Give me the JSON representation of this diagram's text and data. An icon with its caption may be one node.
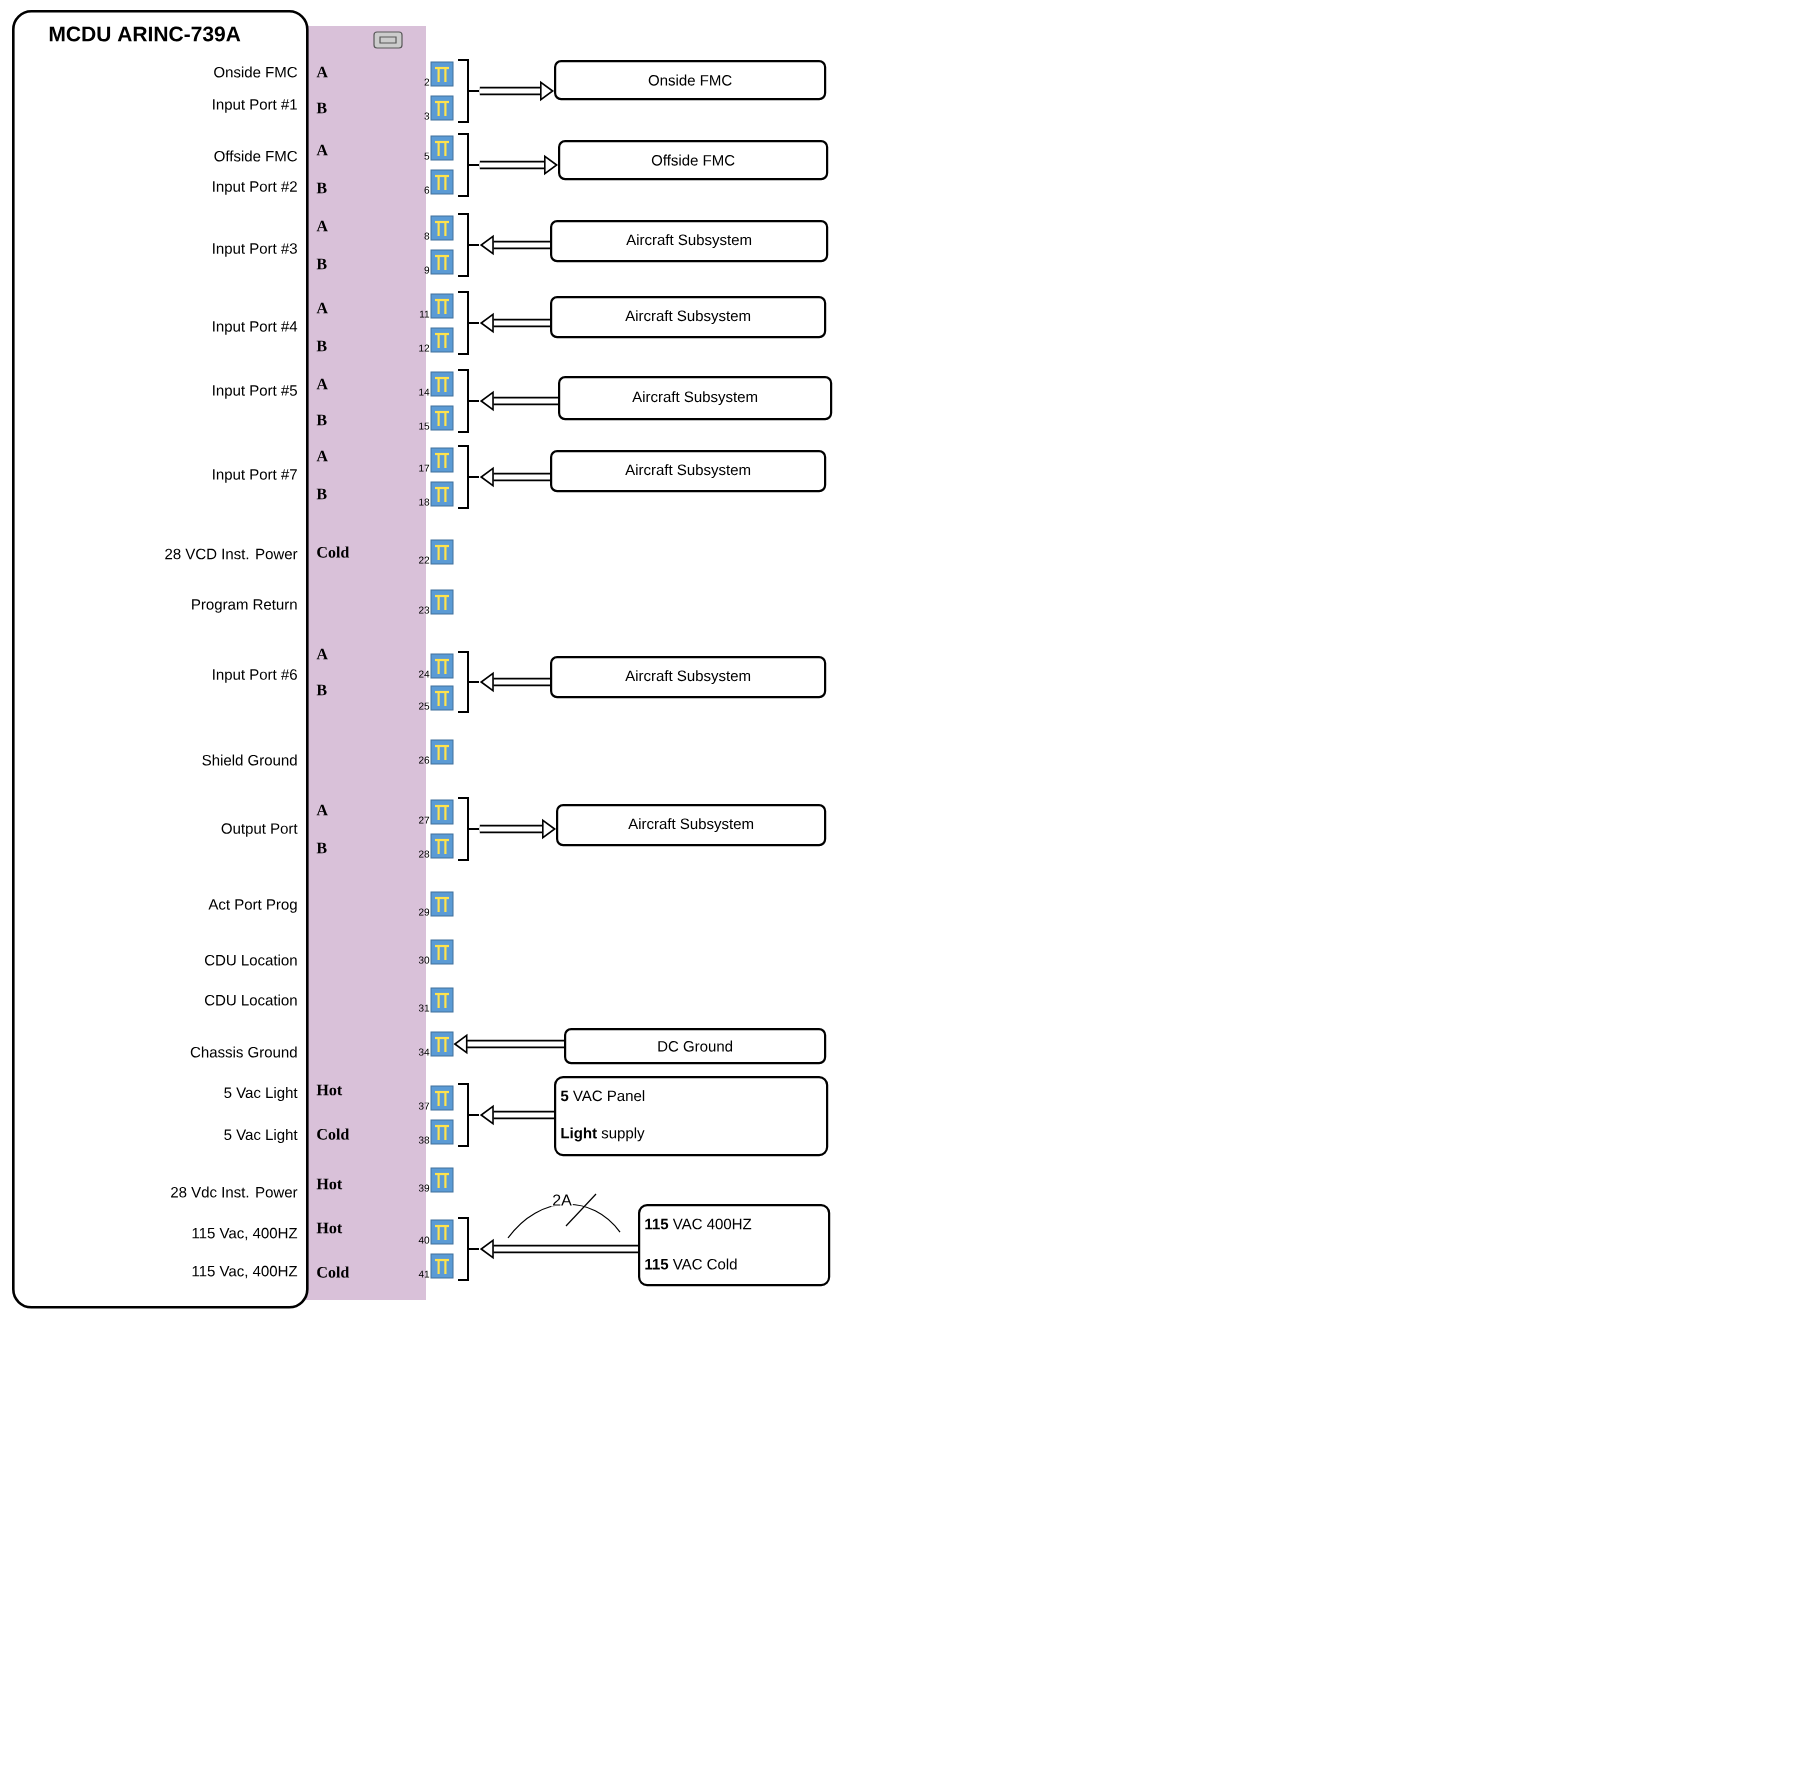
{
  "diagram": {
    "nodes": [
      {
        "text": [
          "MCDU ARINC-739A"
        ]
      },
      {
        "text": [],
        "shape": "box",
        "beside": [
          "2"
        ]
      },
      {
        "text": [],
        "shape": "box",
        "beside": [
          "3"
        ]
      },
      {
        "text": [],
        "shape": "box",
        "beside": [
          "5"
        ]
      },
      {
        "text": [],
        "shape": "box",
        "beside": [
          "6"
        ]
      },
      {
        "text": [],
        "shape": "box",
        "beside": [
          "8"
        ]
      },
      {
        "text": [],
        "shape": "box",
        "beside": [
          "9"
        ]
      },
      {
        "text": [],
        "shape": "box",
        "beside": [
          "11"
        ]
      },
      {
        "text": [],
        "shape": "box",
        "beside": [
          "12"
        ]
      },
      {
        "text": [],
        "shape": "box",
        "beside": [
          "14"
        ]
      },
      {
        "text": [],
        "shape": "box",
        "beside": [
          "15"
        ]
      },
      {
        "text": [],
        "shape": "box",
        "beside": [
          "17"
        ]
      },
      {
        "text": [],
        "shape": "box",
        "beside": [
          "18"
        ]
      },
      {
        "text": [],
        "shape": "box",
        "beside": [
          "22"
        ]
      },
      {
        "text": [],
        "shape": "box",
        "beside": [
          "23"
        ]
      },
      {
        "text": [],
        "shape": "box",
        "beside": [
          "24"
        ]
      },
      {
        "text": [],
        "shape": "box",
        "beside": [
          "25"
        ]
      },
      {
        "text": [],
        "shape": "box",
        "beside": [
          "26"
        ]
      },
      {
        "text": [],
        "shape": "box",
        "beside": [
          "27"
        ]
      },
      {
        "text": [],
        "shape": "box",
        "beside": [
          "28"
        ]
      },
      {
        "text": [],
        "shape": "box",
        "beside": [
          "29"
        ]
      },
      {
        "text": [],
        "shape": "box",
        "beside": [
          "30"
        ]
      },
      {
        "text": [],
        "shape": "box",
        "beside": [
          "31"
        ]
      },
      {
        "text": [],
        "shape": "box",
        "beside": [
          "34"
        ]
      },
      {
        "text": [],
        "shape": "box",
        "beside": [
          "37"
        ]
      },
      {
        "text": [],
        "shape": "box",
        "beside": [
          "38"
        ]
      },
      {
        "text": [],
        "shape": "box",
        "beside": [
          "39"
        ]
      },
      {
        "text": [],
        "shape": "box",
        "beside": [
          "40"
        ]
      },
      {
        "text": [],
        "shape": "box",
        "beside": [
          "41"
        ]
      },
      {
        "text": [],
        "shape": "bracket"
      },
      {
        "text": [],
        "shape": "bracket"
      },
      {
        "text": [],
        "shape": "bracket"
      },
      {
        "text": [],
        "shape": "bracket"
      },
      {
        "text": [],
        "shape": "bracket"
      },
      {
        "text": [],
        "shape": "bracket"
      },
      {
        "text": [],
        "shape": "bracket"
      },
      {
        "text": [],
        "shape": "bracket"
      },
      {
        "text": [],
        "shape": "bracket"
      },
      {
        "text": [],
        "shape": "bracket"
      },
      {
        "text": [
          "Onside FMC"
        ]
      },
      {
        "text": [
          "Offside FMC"
        ]
      },
      {
        "text": [
          "Aircraft Subsystem"
        ]
      },
      {
        "text": [
          "Aircraft Subsystem"
        ]
      },
      {
        "text": [
          "Aircraft Subsystem"
        ]
      },
      {
        "text": [
          "Aircraft Subsystem"
        ]
      },
      {
        "text": [
          "Aircraft Subsystem"
        ]
      },
      {
        "text": [
          "Aircraft Subsystem"
        ]
      },
      {
        "text": [
          "DC Ground"
        ]
      },
      {
        "text": [
          "**5** VAC Panel",
          "**Light** supply"
        ]
      },
      {
        "text": [
          "**115** VAC 400HZ",
          "**115** VAC Cold"
        ]
      }
    ],
    "edges": [
      {
        "from": 29,
        "to": 39,
        "arrow": "to"
      },
      {
        "from": 30,
        "to": 40,
        "arrow": "to"
      },
      {
        "from": 41,
        "to": 31,
        "arrow": "to"
      },
      {
        "from": 42,
        "to": 32,
        "arrow": "to"
      },
      {
        "from": 43,
        "to": 33,
        "arrow": "to"
      },
      {
        "from": 44,
        "to": 34,
        "arrow": "to"
      },
      {
        "from": 45,
        "to": 35,
        "arrow": "to"
      },
      {
        "from": 36,
        "to": 46,
        "arrow": "to"
      },
      {
        "from": 47,
        "to": 23,
        "arrow": "to"
      },
      {
        "from": 48,
        "to": 37,
        "arrow": "to"
      },
      {
        "from": 49,
        "to": 38,
        "arrow": "to",
        "label": "2A"
      }
    ],
    "labels": [
      "Onside FMC",
      "A",
      "Input Port #1",
      "B",
      "Offside FMC",
      "A",
      "Input Port #2",
      "B",
      "A",
      "Input Port #3",
      "B",
      "A",
      "Input Port #4",
      "B",
      "A",
      "Input Port #5",
      "B",
      "A",
      "Input Port #7",
      "B",
      "28 VCD Inst. Power",
      "Cold",
      "Program Return",
      "A",
      "Input Port #6",
      "B",
      "Shield Ground",
      "A",
      "Output Port",
      "B",
      "Act Port Prog",
      "CDU Location",
      "CDU Location",
      "Chassis Ground",
      "5 Vac Light",
      "Hot",
      "5 Vac Light",
      "Cold",
      "28 Vdc Inst. Power",
      "Hot",
      "115 Vac, 400HZ",
      "Hot",
      "115 Vac, 400HZ",
      "Cold"
    ]
  }
}
